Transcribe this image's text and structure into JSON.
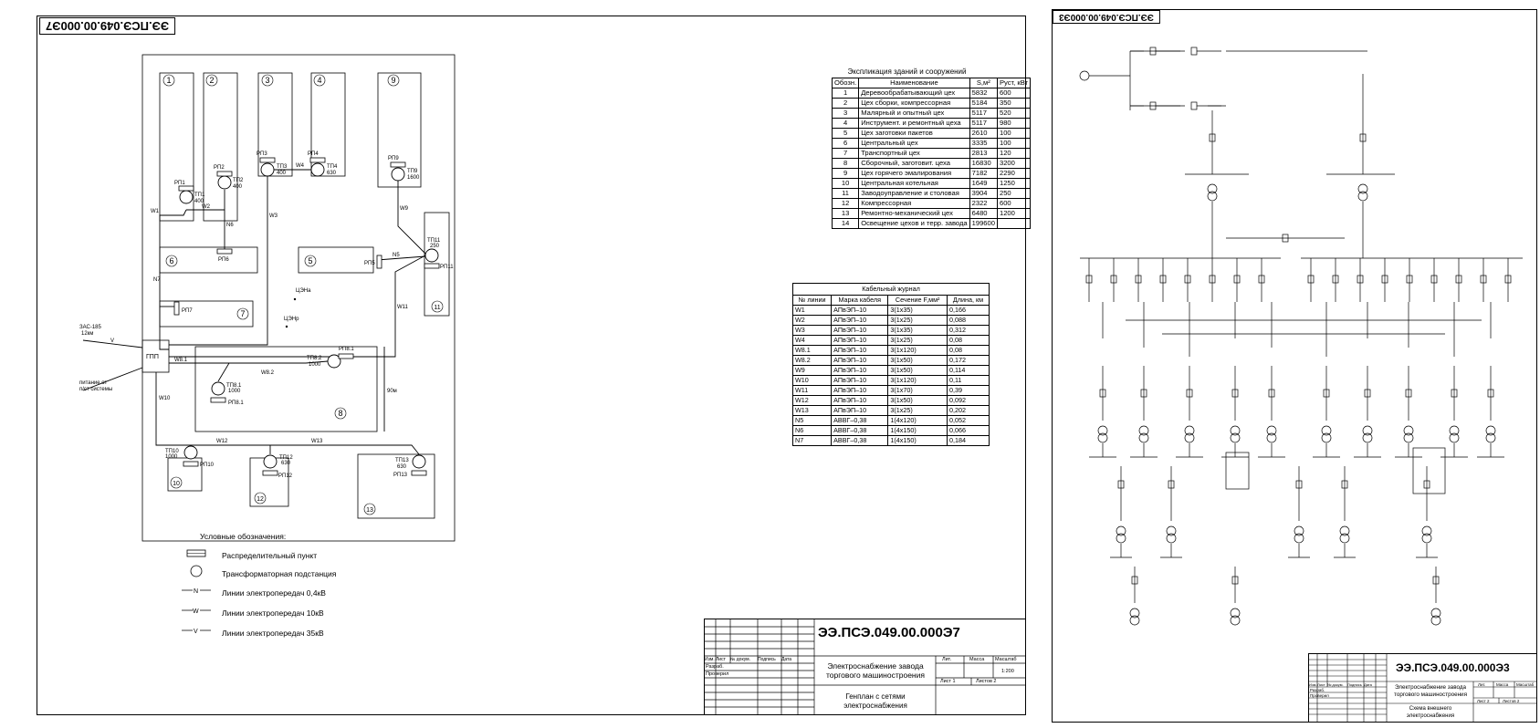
{
  "sheet1": {
    "code_rotated": "ЭЭ.ПСЭ.049.00.000Э7",
    "explication": {
      "title": "Экспликация зданий и сооружений",
      "headers": [
        "Обозн.",
        "Наименование",
        "S,м²",
        "Руст, кВт"
      ],
      "rows": [
        [
          "1",
          "Деревообрабатывающий цех",
          "5832",
          "600"
        ],
        [
          "2",
          "Цех сборки, компрессорная",
          "5184",
          "350"
        ],
        [
          "3",
          "Малярный и опытный цех",
          "5117",
          "520"
        ],
        [
          "4",
          "Инструмент. и ремонтный цеха",
          "5117",
          "980"
        ],
        [
          "5",
          "Цех заготовки пакетов",
          "2610",
          "100"
        ],
        [
          "6",
          "Центральный цех",
          "3335",
          "100"
        ],
        [
          "7",
          "Транспортный цех",
          "2813",
          "120"
        ],
        [
          "8",
          "Сборочный, заготовит. цеха",
          "16830",
          "3200"
        ],
        [
          "9",
          "Цех горячего эмалирования",
          "7182",
          "2290"
        ],
        [
          "10",
          "Центральная котельная",
          "1649",
          "1250"
        ],
        [
          "11",
          "Заводоуправление и столовая",
          "3904",
          "250"
        ],
        [
          "12",
          "Компрессорная",
          "2322",
          "600"
        ],
        [
          "13",
          "Ремонтно-механический цех",
          "6480",
          "1200"
        ],
        [
          "14",
          "Освещение цехов и терр. завода",
          "199600",
          ""
        ]
      ]
    },
    "cable": {
      "title": "Кабельный журнал",
      "headers": [
        "№ линии",
        "Марка кабеля",
        "Сечение F,мм²",
        "Длина, км"
      ],
      "rows": [
        [
          "W1",
          "АПвЭП–10",
          "3(1х35)",
          "0,166"
        ],
        [
          "W2",
          "АПвЭП–10",
          "3(1х25)",
          "0,088"
        ],
        [
          "W3",
          "АПвЭП–10",
          "3(1х35)",
          "0,312"
        ],
        [
          "W4",
          "АПвЭП–10",
          "3(1х25)",
          "0,08"
        ],
        [
          "W8.1",
          "АПвЭП–10",
          "3(1х120)",
          "0,08"
        ],
        [
          "W8.2",
          "АПвЭП–10",
          "3(1х50)",
          "0,172"
        ],
        [
          "W9",
          "АПвЭП–10",
          "3(1х50)",
          "0,114"
        ],
        [
          "W10",
          "АПвЭП–10",
          "3(1х120)",
          "0,11"
        ],
        [
          "W11",
          "АПвЭП–10",
          "3(1х70)",
          "0,39"
        ],
        [
          "W12",
          "АПвЭП–10",
          "3(1х50)",
          "0,092"
        ],
        [
          "W13",
          "АПвЭП–10",
          "3(1х25)",
          "0,202"
        ],
        [
          "N5",
          "АВВГ–0,38",
          "1(4х120)",
          "0,052"
        ],
        [
          "N6",
          "АВВГ–0,38",
          "1(4х150)",
          "0,066"
        ],
        [
          "N7",
          "АВВГ–0,38",
          "1(4х150)",
          "0,184"
        ]
      ]
    },
    "legend": {
      "title": "Условные обозначения:",
      "items": [
        "Распределительный пункт",
        "Трансформаторная подстанция",
        "Линии электропередач 0,4кВ",
        "Линии электропередач 10кВ",
        "Линии электропередач 35кВ"
      ],
      "line_letters": [
        "N",
        "W",
        "V"
      ]
    },
    "plan": {
      "feed_line": "ЗАС-185",
      "feed_len": "12км",
      "feed_letter": "V",
      "gpp": "ГПП",
      "supply_text_1": "питание от",
      "supply_text_2": "п/ст системы",
      "cen1": "ЦЭНа",
      "cen2": "ЦЭНр",
      "dim_90": "90м",
      "buildings": [
        "1",
        "2",
        "3",
        "4",
        "5",
        "6",
        "7",
        "8",
        "9",
        "10",
        "11",
        "12",
        "13"
      ],
      "tp": [
        {
          "name": "ТП1",
          "kva": "400",
          "rp": "РП1"
        },
        {
          "name": "ТП2",
          "kva": "400",
          "rp": "РП2"
        },
        {
          "name": "ТП3",
          "kva": "400",
          "rp": "РП3"
        },
        {
          "name": "ТП4",
          "kva": "630",
          "rp": "РП4"
        },
        {
          "name": "ТП9",
          "kva": "1600",
          "rp": "РП9"
        },
        {
          "name": "ТП11",
          "kva": "250",
          "rp": "РП11"
        },
        {
          "name": "ТП8.1",
          "kva": "1000",
          "rp": "РП8.1"
        },
        {
          "name": "ТП8.2",
          "kva": "1000",
          "rp": "РП8.1"
        },
        {
          "name": "ТП10",
          "kva": "1000",
          "rp": "РП10"
        },
        {
          "name": "ТП12",
          "kva": "630",
          "rp": "РП12"
        },
        {
          "name": "ТП13",
          "kva": "630",
          "rp": "РП13"
        }
      ],
      "rp_other": [
        "РП5",
        "РП6",
        "РП7"
      ],
      "lines": [
        "W1",
        "W2",
        "W3",
        "W4",
        "W8.1",
        "W8.2",
        "W9",
        "W10",
        "W11",
        "W12",
        "W13",
        "N5",
        "N6",
        "N7"
      ]
    },
    "titleblock": {
      "code": "ЭЭ.ПСЭ.049.00.000Э7",
      "project_1": "Электроснабжение завода",
      "project_2": "торгового машиностроения",
      "sheet_title_1": "Генплан с сетями",
      "sheet_title_2": "электроснабжения",
      "col_labels": [
        "Изм.",
        "Лист",
        "№ докум.",
        "Подпись",
        "Дата"
      ],
      "roles": [
        "Разраб.",
        "Проверил"
      ],
      "lit": "Лит.",
      "mass": "Масса",
      "scale": "Масштаб",
      "scale_val": "1:200",
      "sheet": "Лист 1",
      "sheets": "Листов 2"
    }
  },
  "sheet2": {
    "code_rotated": "ЭЭ.ПСЭ.049.00.000Э3",
    "titleblock": {
      "code": "ЭЭ.ПСЭ.049.00.000Э3",
      "project_1": "Электроснабжение завода",
      "project_2": "торгового машиностроения",
      "sheet_title_1": "Схема внешнего",
      "sheet_title_2": "электроснабжения",
      "col_labels": [
        "Изм.",
        "Лист",
        "№ докум.",
        "Подпись",
        "Дата"
      ],
      "roles": [
        "Разраб.",
        "Проверил"
      ],
      "lit": "Лит.",
      "mass": "Масса",
      "scale": "Масштаб",
      "sheet": "Лист 2",
      "sheets": "Листов 2"
    }
  }
}
